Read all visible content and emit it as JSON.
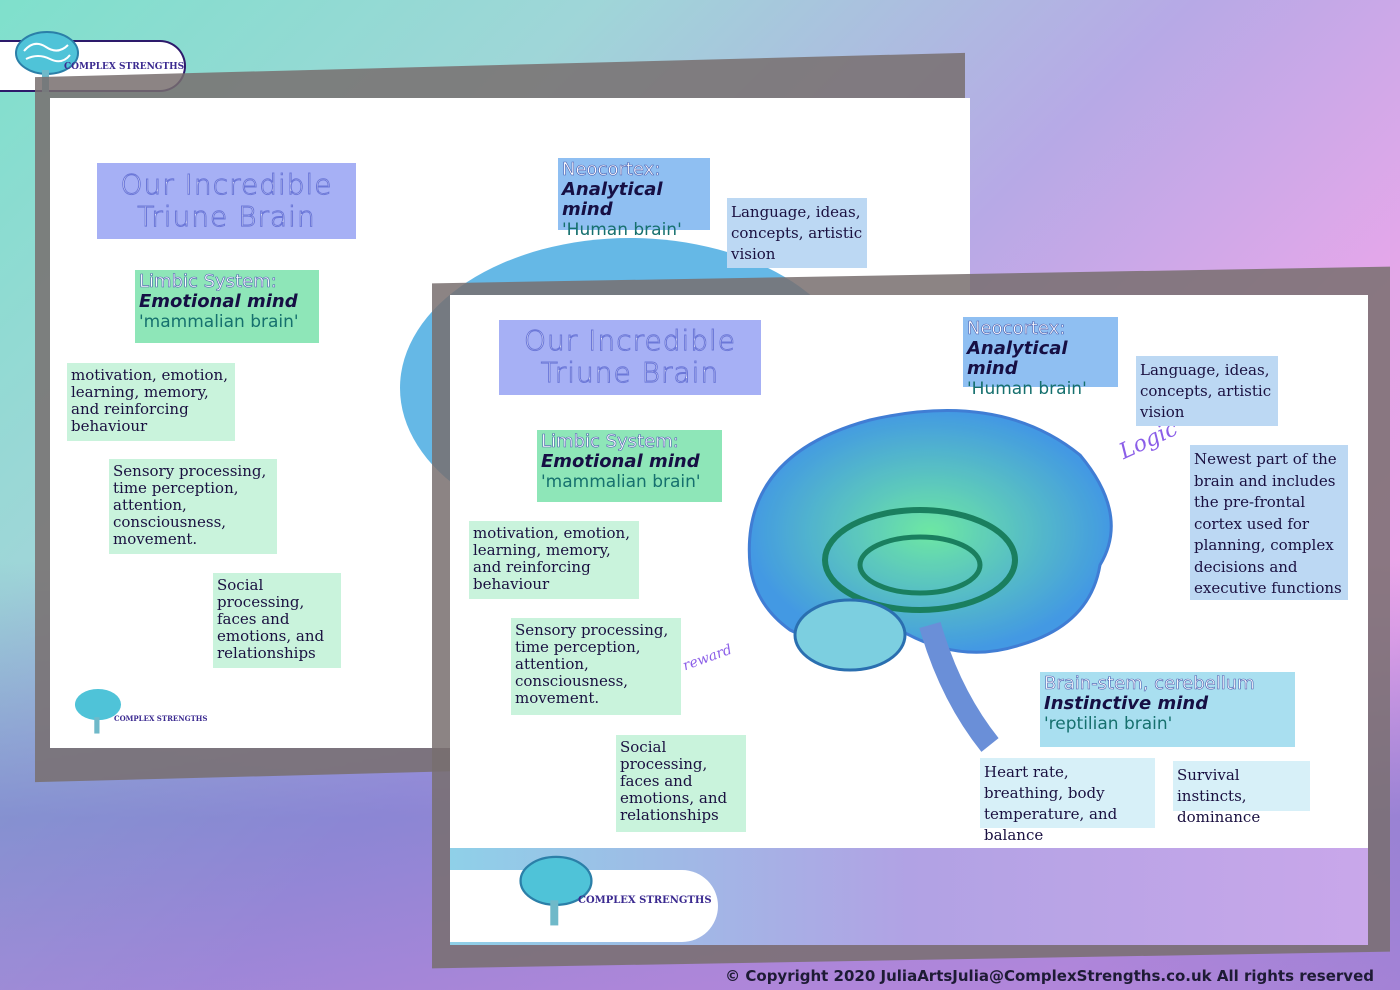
{
  "brand": {
    "name": "COMPLEX STRENGTHS"
  },
  "slide": {
    "title_line1": "Our Incredible",
    "title_line2": "Triune Brain",
    "neocortex": {
      "name": "Neocortex:",
      "mind": "Analytical mind",
      "nickname": "'Human brain'"
    },
    "limbic": {
      "name": "Limbic System:",
      "mind": "Emotional mind",
      "nickname": "'mammalian brain'"
    },
    "brainstem": {
      "name": "Brain-stem, cerebellum",
      "mind": "Instinctive mind",
      "nickname": "'reptilian brain'"
    },
    "notes": {
      "language": "Language, ideas, concepts, artistic vision",
      "newest": "Newest part of the brain and includes the pre-frontal cortex used for planning, complex decisions and executive functions",
      "motivation": "motivation, emotion, learning, memory, and reinforcing behaviour",
      "sensory": "Sensory processing, time perception, attention, consciousness, movement.",
      "social": "Social processing, faces and emotions, and relationships",
      "heart": "Heart rate, breathing, body temperature, and balance",
      "survival": "Survival instincts, dominance"
    },
    "scribbles": {
      "logic": "Logic",
      "reward": "reward"
    }
  },
  "footer": {
    "copyright": "© Copyright 2020 JuliaArtsJulia@ComplexStrengths.co.uk All rights reserved"
  },
  "colors": {
    "title_bg": "#a6b0f5",
    "limbic_bg": "#8ee6b8",
    "neocortex_bg": "#8fbff2",
    "brainstem_bg": "#a9dff0",
    "brand": "#2d1a6b"
  }
}
